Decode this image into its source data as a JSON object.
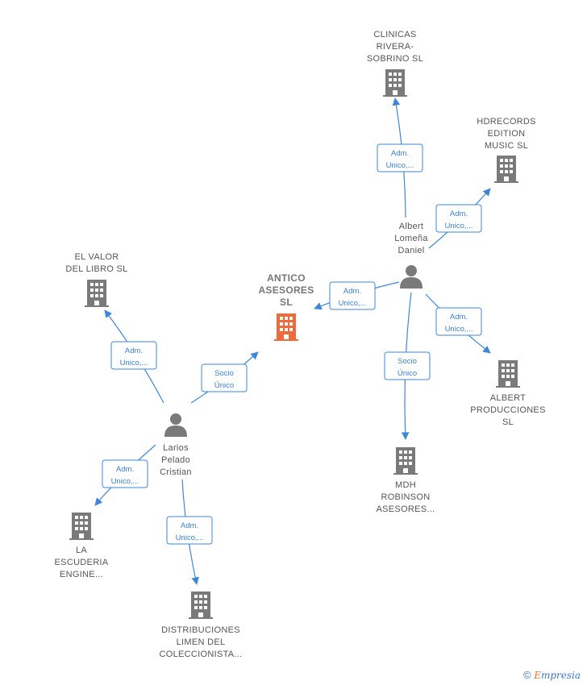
{
  "colors": {
    "company": "#7a7a7a",
    "main_company": "#ef6a3a",
    "person": "#7a7a7a",
    "edge": "#3f86d6"
  },
  "nodes": [
    {
      "id": "antico",
      "type": "company",
      "main": true,
      "lines": [
        "ANTICO",
        "ASESORES",
        "SL"
      ]
    },
    {
      "id": "clinicas",
      "type": "company",
      "lines": [
        "CLINICAS",
        "RIVERA-",
        "SOBRINO  SL"
      ]
    },
    {
      "id": "hdrecords",
      "type": "company",
      "lines": [
        "HDRECORDS",
        "EDITION",
        "MUSIC  SL"
      ]
    },
    {
      "id": "albert",
      "type": "person",
      "lines": [
        "Albert",
        "Lomeña",
        "Daniel"
      ]
    },
    {
      "id": "elvalor",
      "type": "company",
      "lines": [
        "EL VALOR",
        "DEL LIBRO  SL"
      ]
    },
    {
      "id": "albertprod",
      "type": "company",
      "lines": [
        "ALBERT",
        "PRODUCCIONES",
        "SL"
      ]
    },
    {
      "id": "larios",
      "type": "person",
      "lines": [
        "Larios",
        "Pelado",
        "Cristian"
      ]
    },
    {
      "id": "mdh",
      "type": "company",
      "lines": [
        "MDH",
        "ROBINSON",
        "ASESORES..."
      ]
    },
    {
      "id": "escuderia",
      "type": "company",
      "lines": [
        "LA",
        "ESCUDERIA",
        "ENGINE..."
      ]
    },
    {
      "id": "distribuciones",
      "type": "company",
      "lines": [
        "DISTRIBUCIONES",
        "LIMEN DEL",
        "COLECCIONISTA..."
      ]
    }
  ],
  "edges": [
    {
      "from": "albert",
      "to": "clinicas",
      "label": [
        "Adm.",
        "Unico,..."
      ]
    },
    {
      "from": "albert",
      "to": "hdrecords",
      "label": [
        "Adm.",
        "Unico,..."
      ]
    },
    {
      "from": "albert",
      "to": "antico",
      "label": [
        "Adm.",
        "Unico,..."
      ]
    },
    {
      "from": "albert",
      "to": "albertprod",
      "label": [
        "Adm.",
        "Unico,..."
      ]
    },
    {
      "from": "albert",
      "to": "mdh",
      "label": [
        "Socio",
        "Único"
      ]
    },
    {
      "from": "larios",
      "to": "elvalor",
      "label": [
        "Adm.",
        "Unico,..."
      ]
    },
    {
      "from": "larios",
      "to": "antico",
      "label": [
        "Socio",
        "Único"
      ]
    },
    {
      "from": "larios",
      "to": "escuderia",
      "label": [
        "Adm.",
        "Unico,..."
      ]
    },
    {
      "from": "larios",
      "to": "distribuciones",
      "label": [
        "Adm.",
        "Unico,..."
      ]
    }
  ],
  "footer": {
    "copyright_symbol": "©",
    "brand_initial": "E",
    "brand_rest": "mpresia"
  }
}
